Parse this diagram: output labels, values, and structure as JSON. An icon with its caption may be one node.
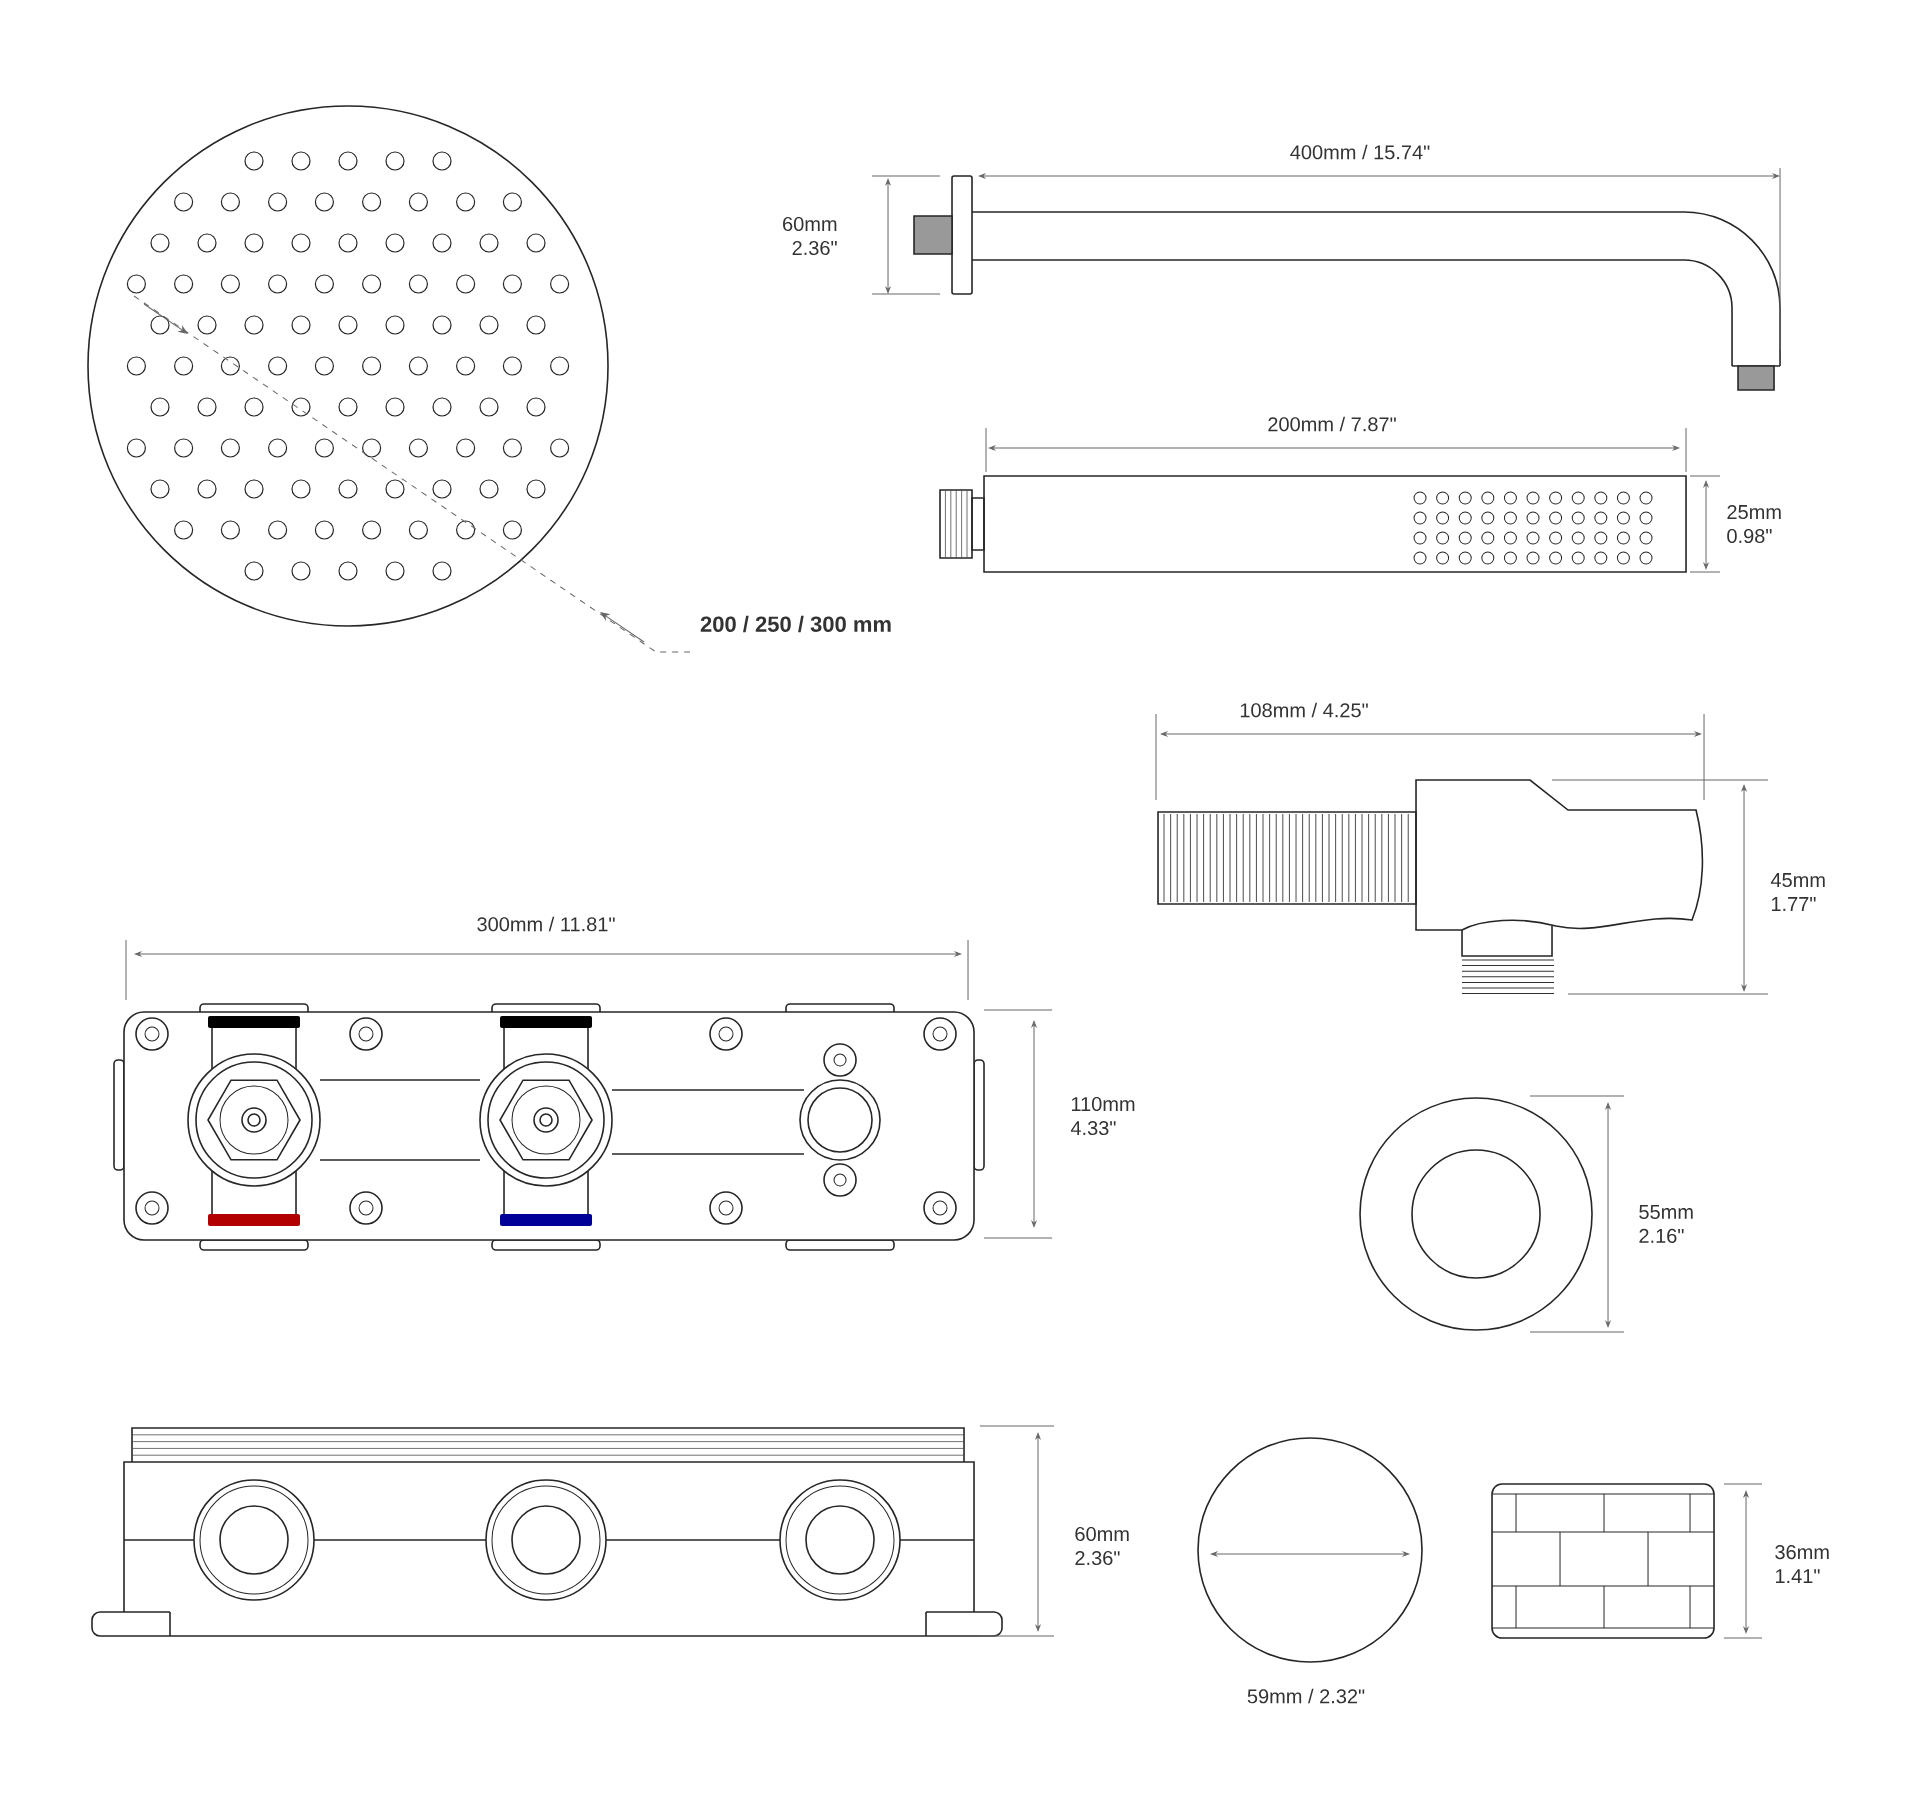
{
  "diagram": {
    "labels": [
      "400mm / 15.74\"",
      "60mm 2.36\"",
      "200mm / 7.87\"",
      "25mm 0.98\"",
      "200 / 250 / 300 mm",
      "108mm / 4.25\"",
      "45mm 1.77\"",
      "300mm / 11.81\"",
      "110mm 4.33\"",
      "55mm 2.16\"",
      "60mm 2.36\"",
      "36mm 1.41\"",
      "59mm / 2.32\""
    ]
  }
}
